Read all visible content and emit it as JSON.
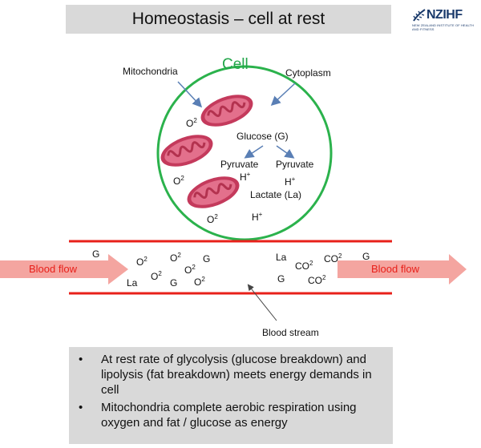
{
  "title": "Homeostasis – cell at rest",
  "logo": {
    "wordmark": "NZIHF",
    "tagline": "NEW ZEALAND INSTITUTE OF HEALTH AND FITNESS"
  },
  "labels": {
    "cell": "Cell",
    "mitochondria": "Mitochondria",
    "cytoplasm": "Cytoplasm",
    "glucose": "Glucose (G)",
    "pyruvate_left": "Pyruvate",
    "pyruvate_right": "Pyruvate",
    "lactate": "Lactate (La)",
    "blood_stream": "Blood stream",
    "blood_flow_left": "Blood flow",
    "blood_flow_right": "Blood flow"
  },
  "chem": {
    "o2": "O",
    "co2": "CO",
    "sup2": "2",
    "h": "H",
    "plus": "+",
    "g": "G",
    "la": "La"
  },
  "bullets": [
    "At rest rate of glycolysis (glucose breakdown) and lipolysis (fat breakdown) meets energy demands in cell",
    "Mitochondria complete aerobic respiration using oxygen and fat / glucose as energy"
  ],
  "bullet_glyph": "•",
  "colors": {
    "cell_membrane": "#2bb24c",
    "cell_label": "#22a64a",
    "mitochondria": "#d14a6a",
    "vessel": "#e8201a",
    "blood_flow_arrow": "#f4a5a0",
    "pointer_arrow": "#5a7fb5",
    "panel": "#d9d9d9"
  }
}
